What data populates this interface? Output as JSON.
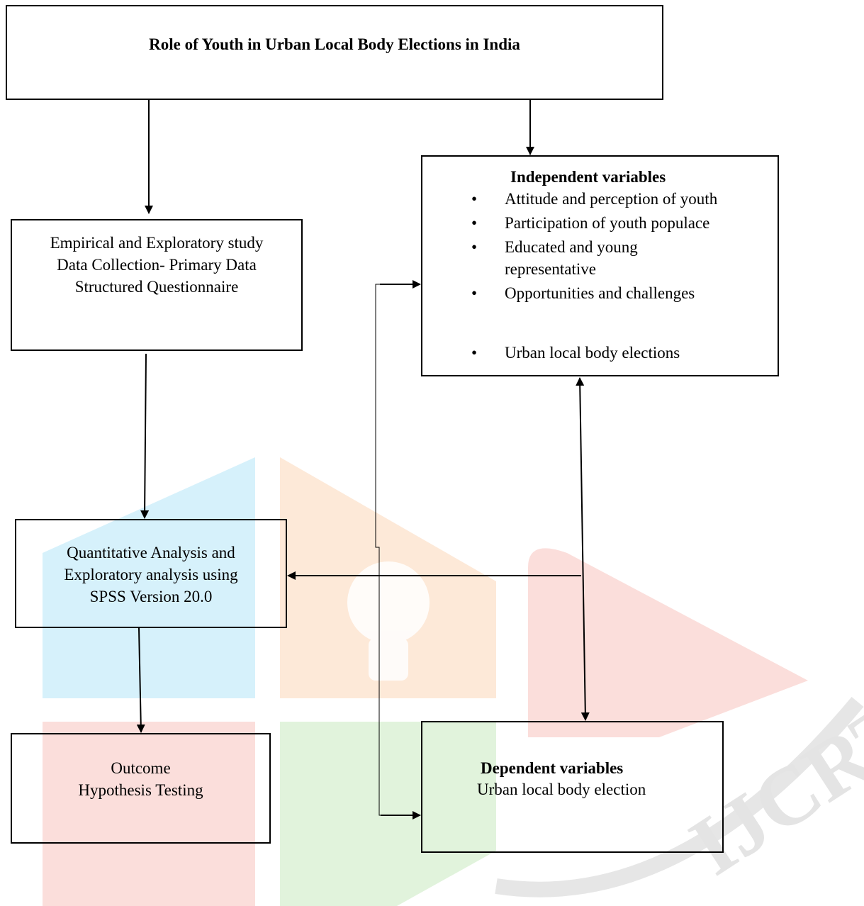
{
  "title": "Role of Youth in Urban Local Body Elections in India",
  "method_box": {
    "lines": [
      "Empirical and Exploratory study",
      "Data Collection- Primary Data",
      "Structured Questionnaire"
    ]
  },
  "independent_box": {
    "heading": "Independent variables",
    "items": [
      "Attitude and perception of youth",
      "Participation of youth populace",
      "Educated and young representative",
      "Opportunities and challenges",
      "Urban local body elections"
    ]
  },
  "analysis_box": {
    "lines": [
      "Quantitative Analysis and",
      "Exploratory analysis using",
      "SPSS Version 20.0"
    ]
  },
  "outcome_box": {
    "lines": [
      "Outcome",
      "Hypothesis Testing"
    ]
  },
  "dependent_box": {
    "heading": "Dependent variables",
    "subtitle": "Urban local body election"
  },
  "watermark": {
    "text": "IJCRT",
    "colors": {
      "blue": "#d6f1fb",
      "orange": "#fde9d8",
      "red": "#fbdedb",
      "green": "#e1f3dc",
      "gray": "#e6e6e6"
    }
  }
}
